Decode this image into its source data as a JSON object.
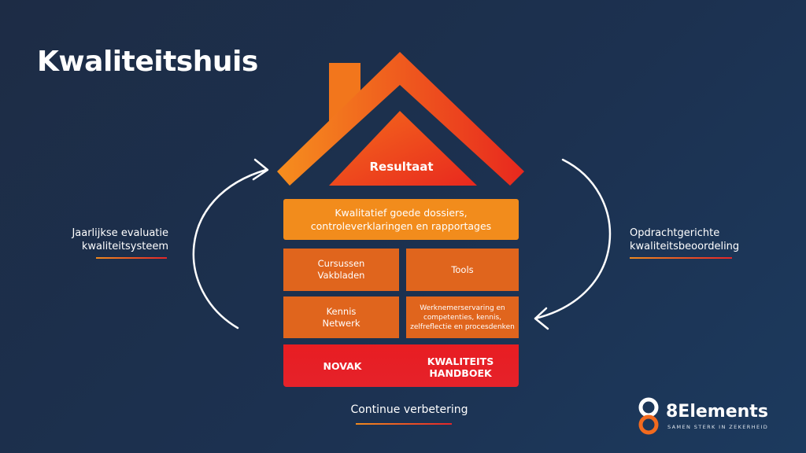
{
  "title": "Kwaliteitshuis",
  "roof": {
    "label": "Resultaat"
  },
  "band": {
    "line1": "Kwalitatief goede dossiers,",
    "line2": "controleverklaringen en rapportages"
  },
  "cells": [
    {
      "line1": "Cursussen",
      "line2": "Vakbladen"
    },
    {
      "line1": "Tools",
      "line2": ""
    },
    {
      "line1": "Kennis",
      "line2": "Netwerk"
    },
    {
      "line1": "Werknemerservaring en",
      "line2": "competenties, kennis,",
      "line3": "zelfreflectie en procesdenken"
    }
  ],
  "base": {
    "left": "NOVAK",
    "right_line1": "KWALITEITS",
    "right_line2": "HANDBOEK"
  },
  "left_label": {
    "line1": "Jaarlijkse evaluatie",
    "line2": "kwaliteitsysteem"
  },
  "right_label": {
    "line1": "Opdrachtgerichte",
    "line2": "kwaliteitsbeoordeling"
  },
  "bottom_label": "Continue verbetering",
  "logo": {
    "name": "8Elements",
    "tagline": "SAMEN STERK IN ZEKERHEID"
  },
  "colors": {
    "orange": "#f28c1c",
    "dark_orange": "#e0651d",
    "red": "#e81d22",
    "background": "#1c3150"
  }
}
